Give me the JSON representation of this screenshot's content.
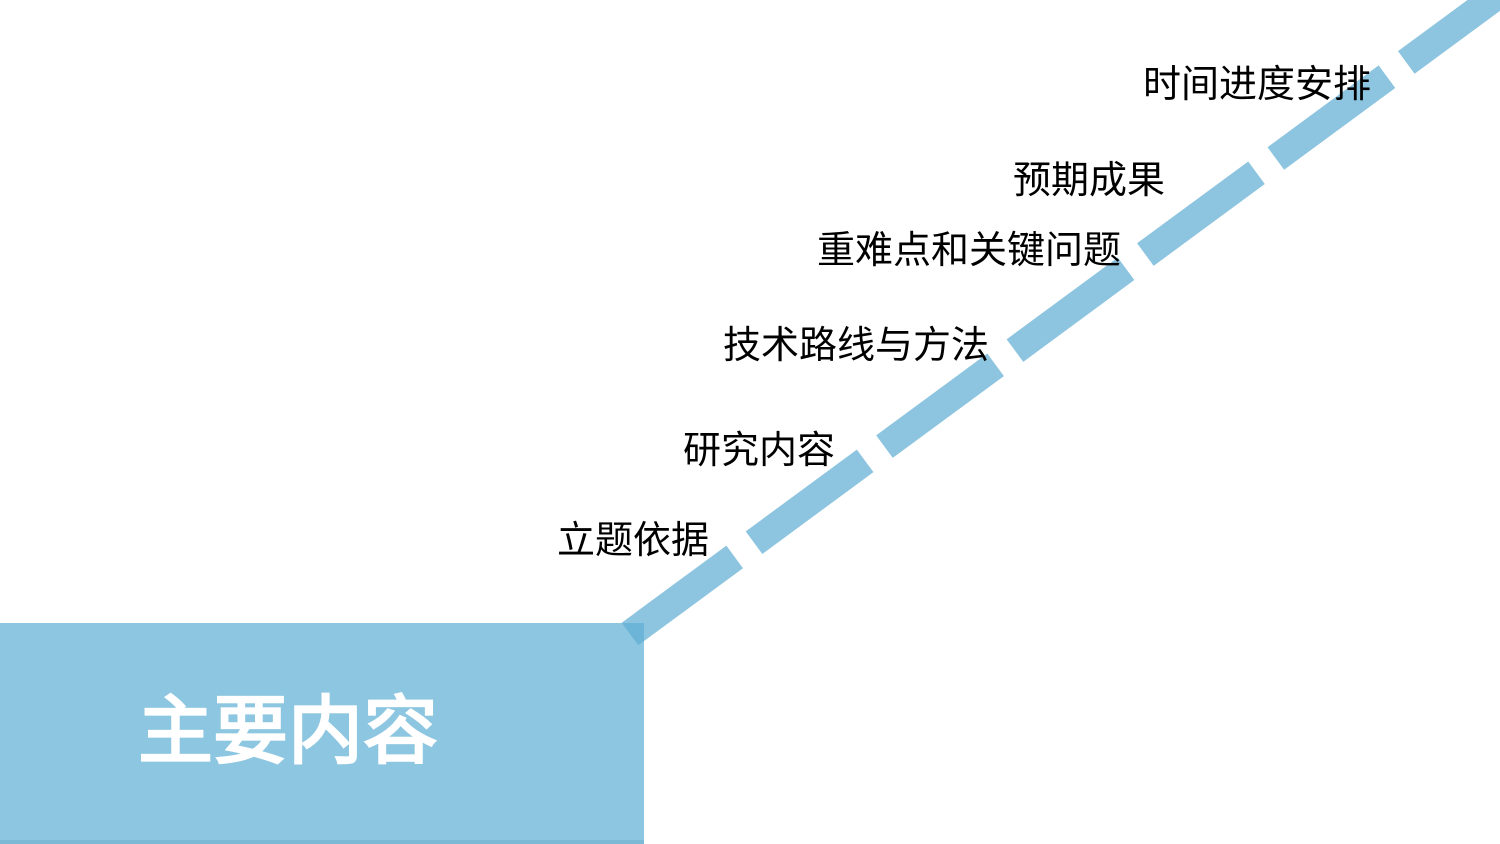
{
  "slide": {
    "title": "主要内容",
    "items": [
      {
        "label": "立题依据"
      },
      {
        "label": "研究内容"
      },
      {
        "label": "技术路线与方法"
      },
      {
        "label": "重难点和关键问题"
      },
      {
        "label": "预期成果"
      },
      {
        "label": "时间进度安排"
      }
    ],
    "colors": {
      "title_box": "#8dc6e0",
      "title_box_bottom_edge": "#7cb9d4",
      "dashed_line": "rgba(97,175,212,0.72)",
      "line_overlap_dark": "#6db5d7",
      "title_text": "#ffffff",
      "item_text": "#000000",
      "background": "#ffffff"
    }
  }
}
